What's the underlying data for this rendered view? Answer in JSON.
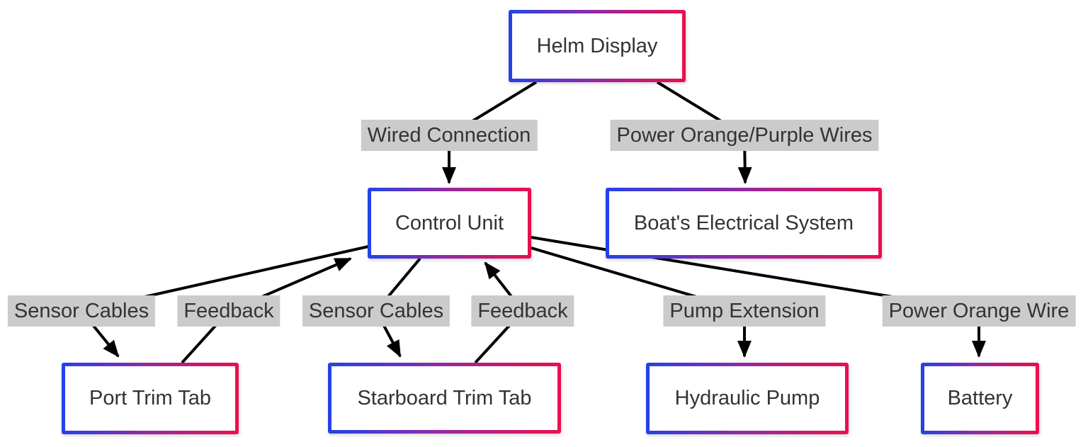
{
  "diagram": {
    "type": "flowchart",
    "background_color": "#ffffff",
    "node_border_gradient": [
      "#2342e8",
      "#8c2ba8",
      "#ec0e4c"
    ],
    "node_fill_color": "#ffffff",
    "edge_color": "#000000",
    "edge_label_background": "#cbcbcb",
    "text_color": "#333333",
    "nodes": [
      {
        "id": "helm",
        "label": "Helm Display"
      },
      {
        "id": "control",
        "label": "Control Unit"
      },
      {
        "id": "electrical",
        "label": "Boat's Electrical System"
      },
      {
        "id": "port",
        "label": "Port Trim Tab"
      },
      {
        "id": "starboard",
        "label": "Starboard Trim Tab"
      },
      {
        "id": "hydraulic",
        "label": "Hydraulic Pump"
      },
      {
        "id": "battery",
        "label": "Battery"
      }
    ],
    "edges": [
      {
        "from": "helm",
        "to": "control",
        "label": "Wired Connection"
      },
      {
        "from": "helm",
        "to": "electrical",
        "label": "Power Orange/Purple Wires"
      },
      {
        "from": "control",
        "to": "port",
        "label": "Sensor Cables"
      },
      {
        "from": "port",
        "to": "control",
        "label": "Feedback"
      },
      {
        "from": "control",
        "to": "starboard",
        "label": "Sensor Cables"
      },
      {
        "from": "starboard",
        "to": "control",
        "label": "Feedback"
      },
      {
        "from": "control",
        "to": "hydraulic",
        "label": "Pump Extension"
      },
      {
        "from": "control",
        "to": "battery",
        "label": "Power Orange Wire"
      }
    ]
  }
}
